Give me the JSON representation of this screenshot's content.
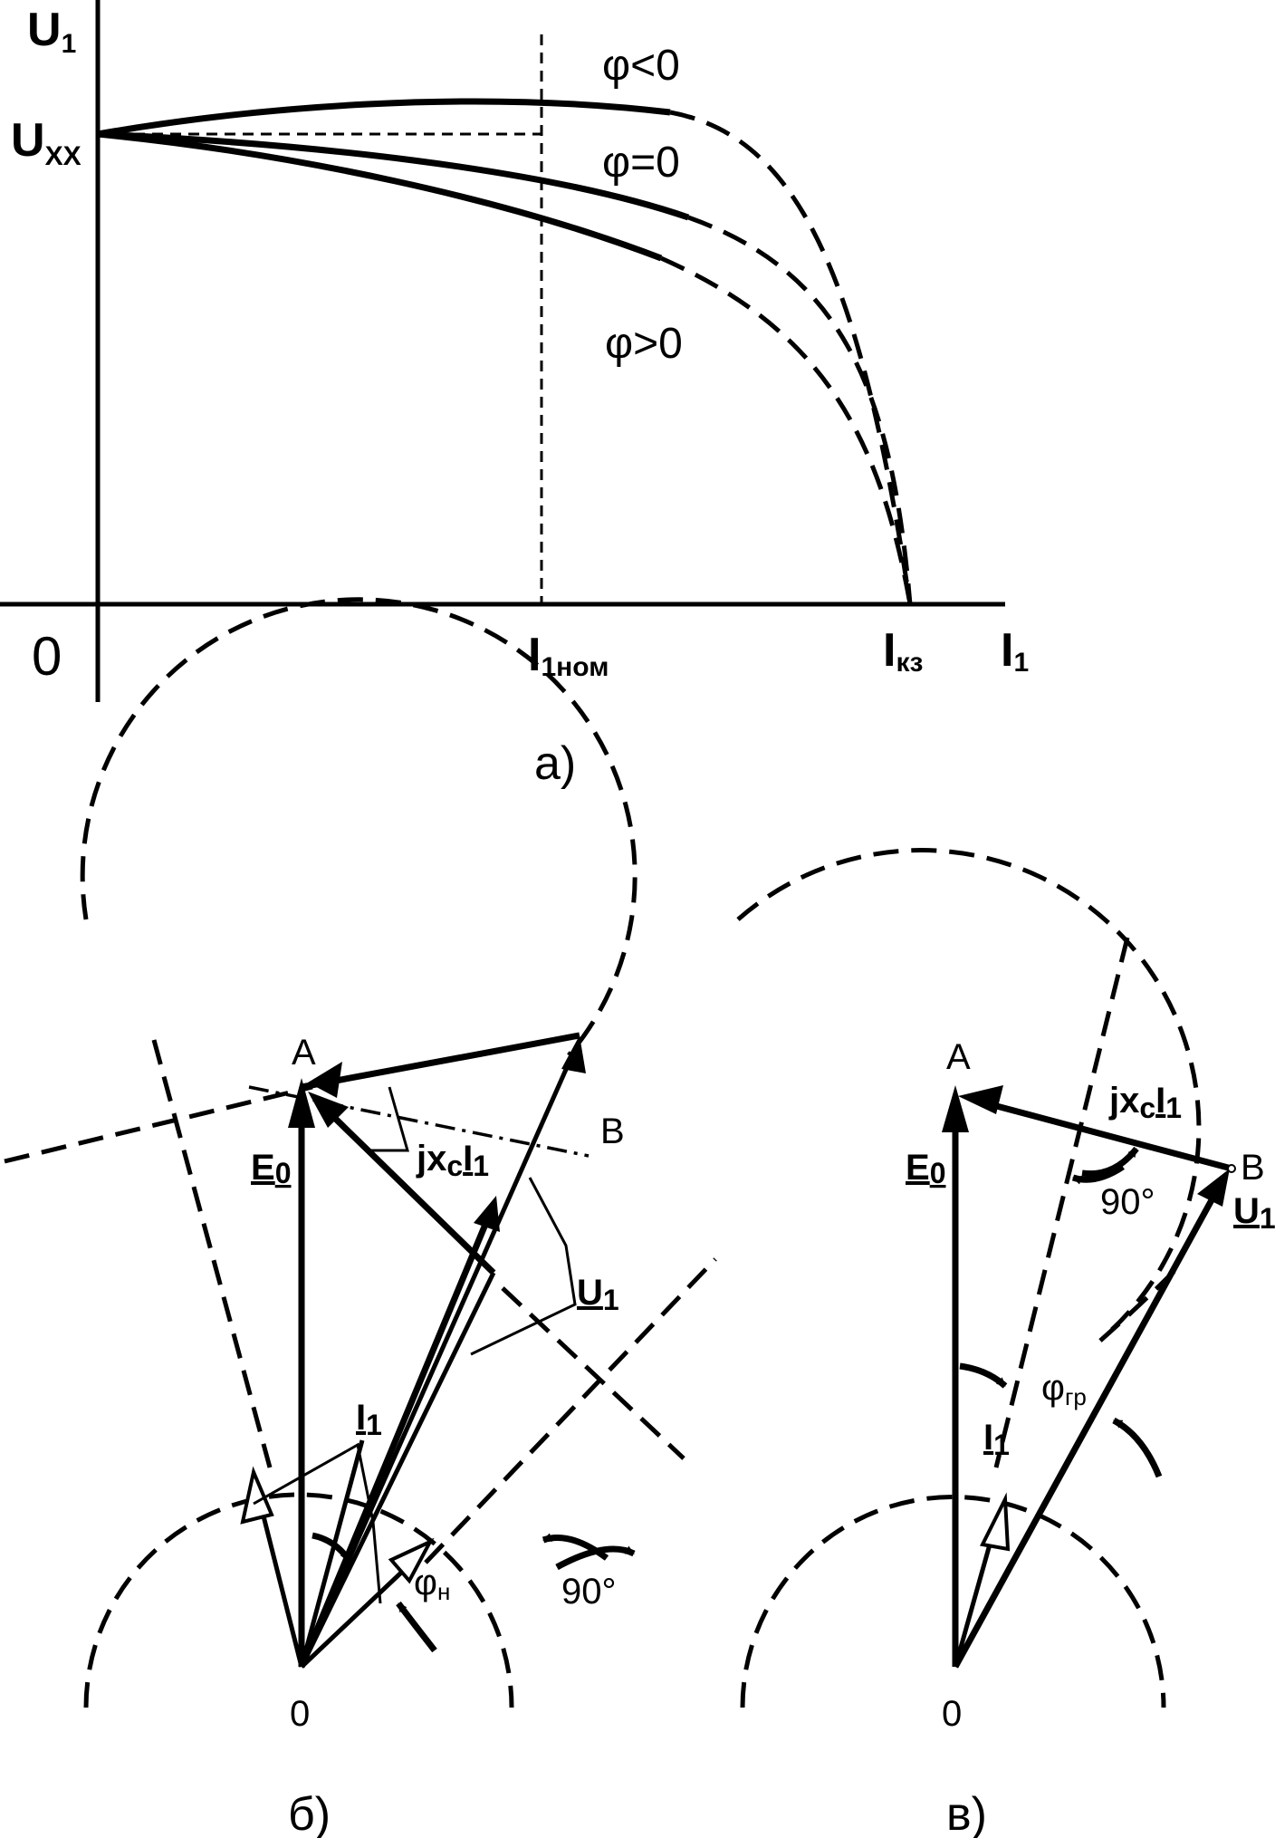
{
  "panel_a": {
    "y_axis_label": "U",
    "y_axis_sub": "1",
    "uxx_label": "U",
    "uxx_sub": "XX",
    "origin_label": "0",
    "inom_label": "I",
    "inom_sub": "1ном",
    "ikz_label": "I",
    "ikz_sub": "кз",
    "x_axis_label": "I",
    "x_axis_sub": "1",
    "curve_lead": "φ<0",
    "curve_zero": "φ=0",
    "curve_lag": "φ>0",
    "caption": "а)"
  },
  "panel_b": {
    "point_a": "A",
    "point_b": "B",
    "point_0": "0",
    "e0_label": "E",
    "e0_sub": "0",
    "jxc_j": "jx",
    "jxc_c": "c",
    "jxc_i": "I",
    "jxc_1": "1",
    "u1_label": "U",
    "u1_sub": "1",
    "i1_label": "I",
    "i1_sub": "1",
    "phi_label": "φ",
    "phi_sub": "н",
    "angle_label": "90°",
    "caption": "б)"
  },
  "panel_c": {
    "point_a": "A",
    "point_b": "B",
    "point_0": "0",
    "e0_label": "E",
    "e0_sub": "0",
    "jxc_j": "jx",
    "jxc_c": "c",
    "jxc_i": "I",
    "jxc_1": "1",
    "u1_label": "U",
    "u1_sub": "1",
    "i1_label": "I",
    "i1_sub": "1",
    "phi_label": "φ",
    "phi_sub": "гр",
    "angle_label": "90°",
    "caption": "в)"
  }
}
